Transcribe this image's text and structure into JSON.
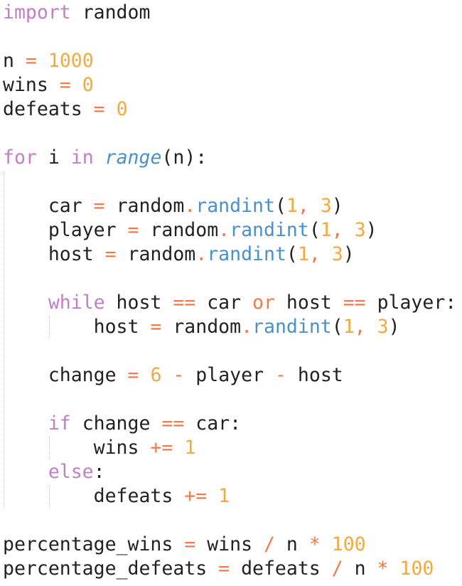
{
  "editor": {
    "lines": [
      [
        {
          "t": "kw",
          "v": "import"
        },
        {
          "t": "txt",
          "v": " random"
        }
      ],
      [],
      [
        {
          "t": "txt",
          "v": "n "
        },
        {
          "t": "op",
          "v": "="
        },
        {
          "t": "txt",
          "v": " "
        },
        {
          "t": "num",
          "v": "1000"
        }
      ],
      [
        {
          "t": "txt",
          "v": "wins "
        },
        {
          "t": "op",
          "v": "="
        },
        {
          "t": "txt",
          "v": " "
        },
        {
          "t": "num",
          "v": "0"
        }
      ],
      [
        {
          "t": "txt",
          "v": "defeats "
        },
        {
          "t": "op",
          "v": "="
        },
        {
          "t": "txt",
          "v": " "
        },
        {
          "t": "num",
          "v": "0"
        }
      ],
      [],
      [
        {
          "t": "kw",
          "v": "for"
        },
        {
          "t": "txt",
          "v": " i "
        },
        {
          "t": "kw",
          "v": "in"
        },
        {
          "t": "txt",
          "v": " "
        },
        {
          "t": "builtin",
          "v": "range"
        },
        {
          "t": "txt",
          "v": "(n):"
        }
      ],
      [],
      [
        {
          "t": "txt",
          "v": "    car "
        },
        {
          "t": "op",
          "v": "="
        },
        {
          "t": "txt",
          "v": " random"
        },
        {
          "t": "op",
          "v": "."
        },
        {
          "t": "fn",
          "v": "randint"
        },
        {
          "t": "txt",
          "v": "("
        },
        {
          "t": "num",
          "v": "1"
        },
        {
          "t": "op",
          "v": ","
        },
        {
          "t": "txt",
          "v": " "
        },
        {
          "t": "num",
          "v": "3"
        },
        {
          "t": "txt",
          "v": ")"
        }
      ],
      [
        {
          "t": "txt",
          "v": "    player "
        },
        {
          "t": "op",
          "v": "="
        },
        {
          "t": "txt",
          "v": " random"
        },
        {
          "t": "op",
          "v": "."
        },
        {
          "t": "fn",
          "v": "randint"
        },
        {
          "t": "txt",
          "v": "("
        },
        {
          "t": "num",
          "v": "1"
        },
        {
          "t": "op",
          "v": ","
        },
        {
          "t": "txt",
          "v": " "
        },
        {
          "t": "num",
          "v": "3"
        },
        {
          "t": "txt",
          "v": ")"
        }
      ],
      [
        {
          "t": "txt",
          "v": "    host "
        },
        {
          "t": "op",
          "v": "="
        },
        {
          "t": "txt",
          "v": " random"
        },
        {
          "t": "op",
          "v": "."
        },
        {
          "t": "fn",
          "v": "randint"
        },
        {
          "t": "txt",
          "v": "("
        },
        {
          "t": "num",
          "v": "1"
        },
        {
          "t": "op",
          "v": ","
        },
        {
          "t": "txt",
          "v": " "
        },
        {
          "t": "num",
          "v": "3"
        },
        {
          "t": "txt",
          "v": ")"
        }
      ],
      [],
      [
        {
          "t": "kw",
          "v": "    while"
        },
        {
          "t": "txt",
          "v": " host "
        },
        {
          "t": "op",
          "v": "=="
        },
        {
          "t": "txt",
          "v": " car "
        },
        {
          "t": "op",
          "v": "or"
        },
        {
          "t": "txt",
          "v": " host "
        },
        {
          "t": "op",
          "v": "=="
        },
        {
          "t": "txt",
          "v": " player:"
        }
      ],
      [
        {
          "t": "txt",
          "v": "        host "
        },
        {
          "t": "op",
          "v": "="
        },
        {
          "t": "txt",
          "v": " random"
        },
        {
          "t": "op",
          "v": "."
        },
        {
          "t": "fn",
          "v": "randint"
        },
        {
          "t": "txt",
          "v": "("
        },
        {
          "t": "num",
          "v": "1"
        },
        {
          "t": "op",
          "v": ","
        },
        {
          "t": "txt",
          "v": " "
        },
        {
          "t": "num",
          "v": "3"
        },
        {
          "t": "txt",
          "v": ")"
        }
      ],
      [],
      [
        {
          "t": "txt",
          "v": "    change "
        },
        {
          "t": "op",
          "v": "="
        },
        {
          "t": "txt",
          "v": " "
        },
        {
          "t": "num",
          "v": "6"
        },
        {
          "t": "txt",
          "v": " "
        },
        {
          "t": "op",
          "v": "-"
        },
        {
          "t": "txt",
          "v": " player "
        },
        {
          "t": "op",
          "v": "-"
        },
        {
          "t": "txt",
          "v": " host"
        }
      ],
      [],
      [
        {
          "t": "kw",
          "v": "    if"
        },
        {
          "t": "txt",
          "v": " change "
        },
        {
          "t": "op",
          "v": "=="
        },
        {
          "t": "txt",
          "v": " car:"
        }
      ],
      [
        {
          "t": "txt",
          "v": "        wins "
        },
        {
          "t": "op",
          "v": "+="
        },
        {
          "t": "txt",
          "v": " "
        },
        {
          "t": "num",
          "v": "1"
        }
      ],
      [
        {
          "t": "kw",
          "v": "    else"
        },
        {
          "t": "txt",
          "v": ":"
        }
      ],
      [
        {
          "t": "txt",
          "v": "        defeats "
        },
        {
          "t": "op",
          "v": "+="
        },
        {
          "t": "txt",
          "v": " "
        },
        {
          "t": "num",
          "v": "1"
        }
      ],
      [],
      [
        {
          "t": "txt",
          "v": "percentage_wins "
        },
        {
          "t": "op",
          "v": "="
        },
        {
          "t": "txt",
          "v": " wins "
        },
        {
          "t": "op",
          "v": "/"
        },
        {
          "t": "txt",
          "v": " n "
        },
        {
          "t": "op",
          "v": "*"
        },
        {
          "t": "txt",
          "v": " "
        },
        {
          "t": "num",
          "v": "100"
        }
      ],
      [
        {
          "t": "txt",
          "v": "percentage_defeats "
        },
        {
          "t": "op",
          "v": "="
        },
        {
          "t": "txt",
          "v": " defeats "
        },
        {
          "t": "op",
          "v": "/"
        },
        {
          "t": "txt",
          "v": " n "
        },
        {
          "t": "op",
          "v": "*"
        },
        {
          "t": "txt",
          "v": " "
        },
        {
          "t": "num",
          "v": "100"
        }
      ]
    ]
  },
  "colors": {
    "background": "#ffffff",
    "text": "#222222",
    "keyword": "#c17fc4",
    "operator": "#f07a4a",
    "number": "#f4a93f",
    "function": "#4b90c8"
  }
}
